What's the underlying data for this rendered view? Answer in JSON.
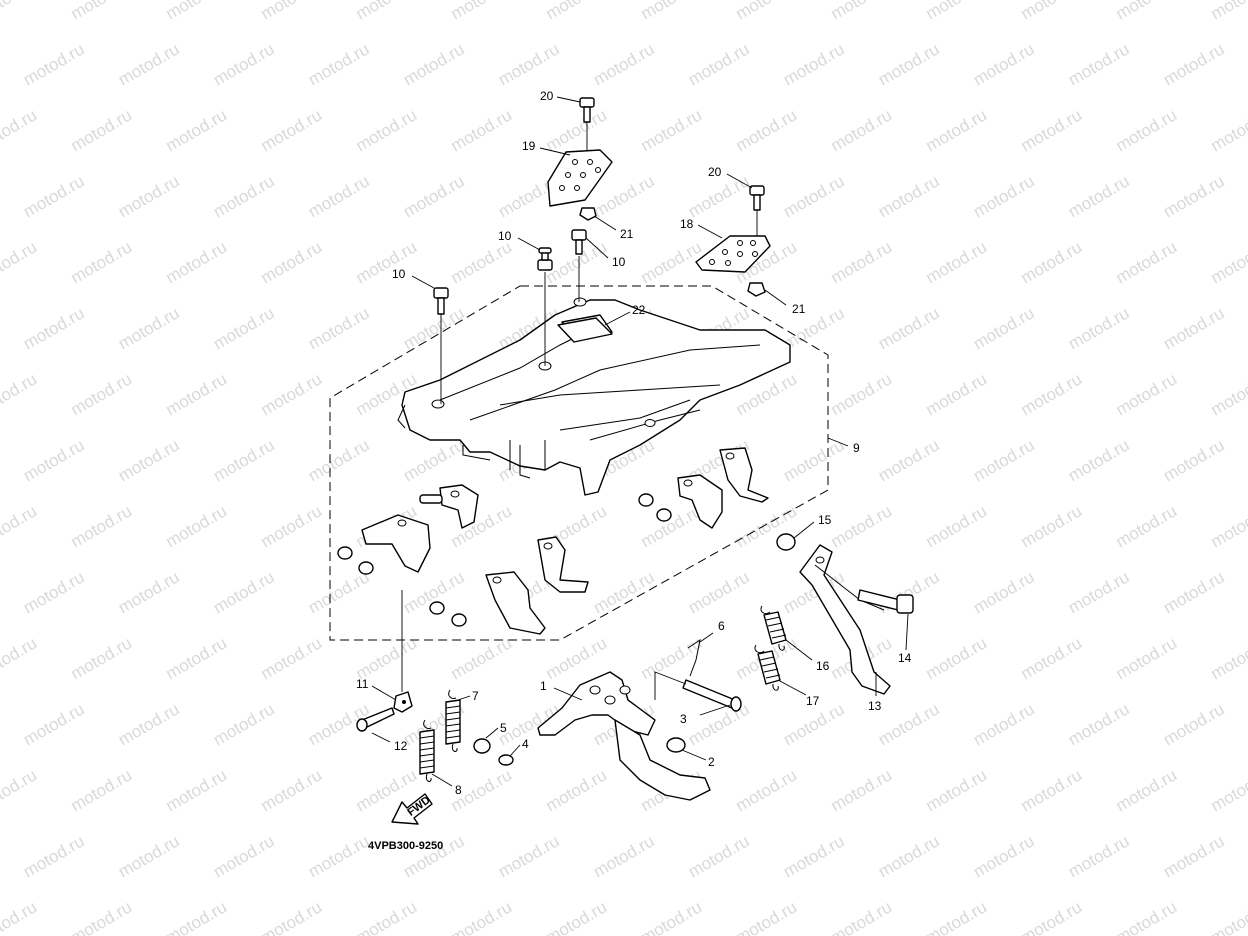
{
  "watermark": "motod.ru",
  "diagram_code": "4VPB300-9250",
  "fwd_label": "FWD",
  "callouts": {
    "p1": "1",
    "p2": "2",
    "p3": "3",
    "p4": "4",
    "p5": "5",
    "p6": "6",
    "p7": "7",
    "p8": "8",
    "p9": "9",
    "p10a": "10",
    "p10b": "10",
    "p10c": "10",
    "p11": "11",
    "p12": "12",
    "p13": "13",
    "p14": "14",
    "p15": "15",
    "p16": "16",
    "p17": "17",
    "p18": "18",
    "p19": "19",
    "p20a": "20",
    "p20b": "20",
    "p21a": "21",
    "p21b": "21",
    "p22": "22"
  },
  "colors": {
    "line": "#000000",
    "watermark": "#d9d9d9",
    "background": "#ffffff"
  }
}
